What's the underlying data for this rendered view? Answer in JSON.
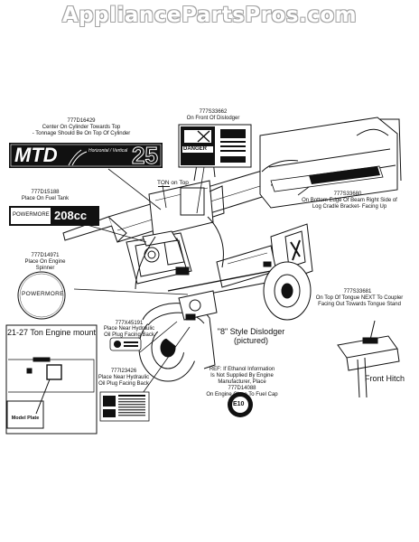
{
  "watermark": "AppliancePartsPros.com",
  "labels": {
    "decal_mtd_part": "777D16429",
    "decal_mtd_desc": "Center On Cylinder Towards Top\n- Tonnage Should Be On Top Of Cylinder",
    "decal_dislodger_part": "777S33662",
    "decal_dislodger_desc": "On Front Of Dislodger",
    "decal_fueltank_part": "777D15188",
    "decal_fueltank_desc": "Place On Fuel Tank",
    "decal_spinner_part": "777D14971",
    "decal_spinner_desc": "Place On Engine\nSpinner",
    "decal_beam_part": "777S33680",
    "decal_beam_desc": "On Bottom Edge Of Beam Right Side of\nLog Cradle Bracket- Facing Up",
    "decal_tongue_part": "777S33681",
    "decal_tongue_desc": "On Top Of Tongue NEXT To Coupler\nFacing Out Towards Tongue Stand",
    "decal_oilplug1_part": "777X45191",
    "decal_oilplug1_desc": "Place Near Hydraulic\nOil Plug Facing Back",
    "decal_oilplug2_part": "777I23426",
    "decal_oilplug2_desc": "Place Near Hydraulic\nOil Plug Facing Back",
    "ethanol_note": "REF: If Ethanol Information\nIs Not Supplied By Engine\nManufacturer, Place 777D14088\nOn Engine Close To Fuel Cap",
    "ton_on_top": "TON on Top",
    "ton_underline": "TON",
    "style_dislodger": "\"8\" Style Dislodger\n(pictured)",
    "front_hitch": "Front Hitch",
    "engine_mount": "21-27 Ton Engine mount",
    "model_plate": "Model Plate"
  },
  "decals": {
    "mtd_brand": "MTD",
    "mtd_number": "25",
    "mtd_small": "Horizontal / Vertical",
    "powermore_small": "POWERMORE",
    "powermore_cc": "208cc",
    "powermore_round": "POWERMORE",
    "danger": "DANGER",
    "ethanol_max": "E10"
  }
}
